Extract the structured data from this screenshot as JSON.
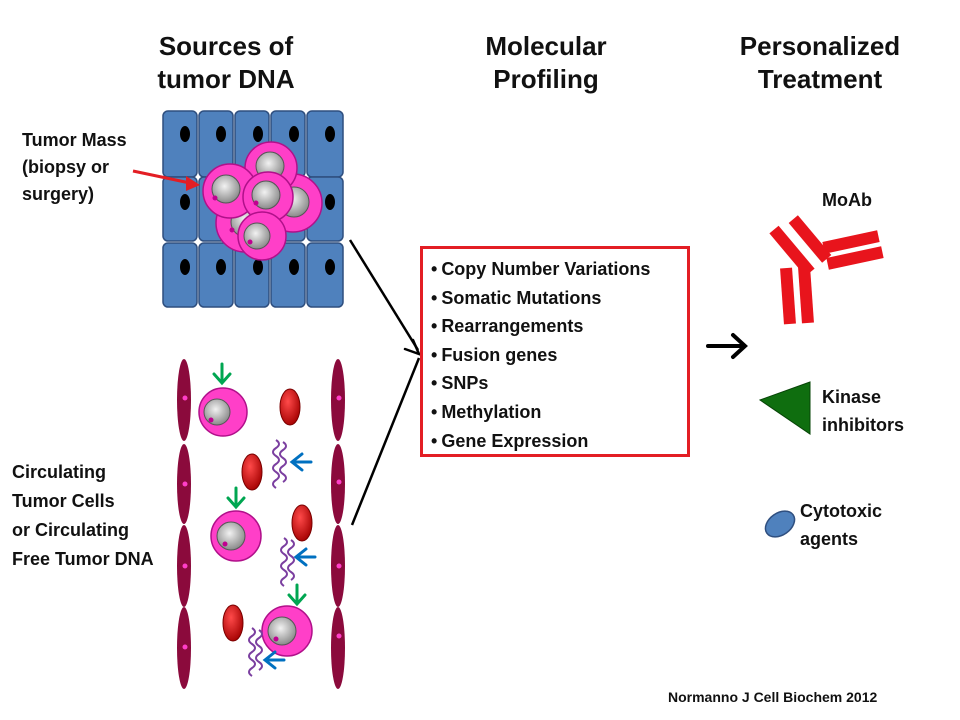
{
  "headings": {
    "sources": "Sources of\ntumor DNA",
    "profiling": "Molecular\nProfiling",
    "treatment": "Personalized\nTreatment"
  },
  "labels": {
    "tumor_mass": "Tumor  Mass\n(biopsy or\nsurgery)",
    "circulating": "Circulating\nTumor  Cells\nor Circulating\nFree Tumor DNA"
  },
  "profiling_items": [
    "Copy Number Variations",
    "Somatic Mutations",
    "Rearrangements",
    "Fusion genes",
    "SNPs",
    "Methylation",
    "Gene Expression"
  ],
  "treatments": {
    "moab": "MoAb",
    "kinase": "Kinase\ninhibitors",
    "cytotoxic": "Cytotoxic\nagents"
  },
  "citation": "Normanno J Cell Biochem 2012",
  "colors": {
    "tissue_cell": "#4f81bd",
    "tumor_cell": "#ff3fc8",
    "vessel_wall": "#8b0a3c",
    "red_blood_cell": "#cc0000",
    "dna": "#7b3fa0",
    "box_border": "#e31e24",
    "antibody": "#e8141c",
    "kinase_inhibitor": "#0f6e0f",
    "cytotoxic_agent": "#4f81bd",
    "arrow_green": "#00a651",
    "arrow_blue": "#0070c0"
  }
}
